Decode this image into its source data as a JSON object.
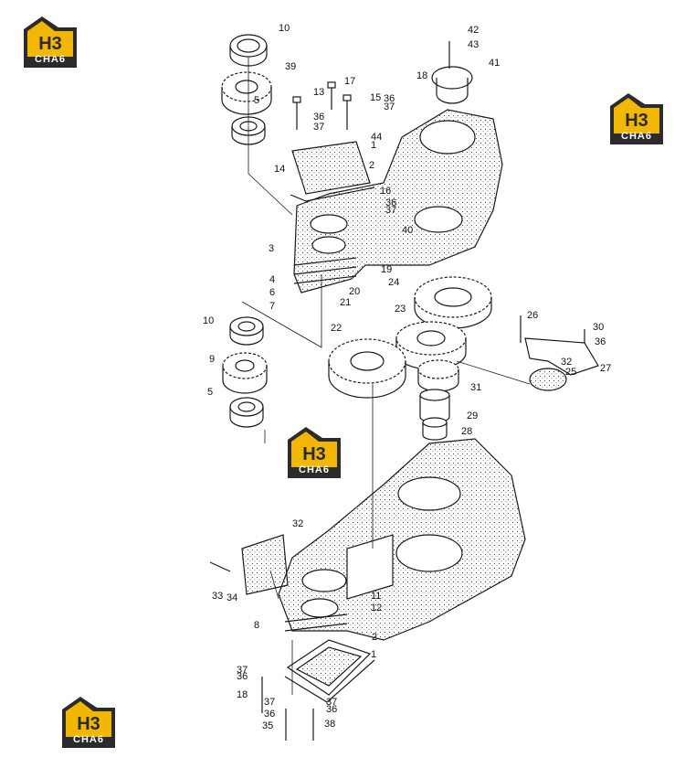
{
  "logos": [
    {
      "id": "logo-top-left",
      "mark": "H3",
      "sub": "CHA6"
    },
    {
      "id": "logo-top-right",
      "mark": "H3",
      "sub": "CHA6"
    },
    {
      "id": "logo-center",
      "mark": "H3",
      "sub": "CHA6"
    },
    {
      "id": "logo-bottom-left",
      "mark": "H3",
      "sub": "CHA6"
    }
  ],
  "colors": {
    "ink": "#1a1a1a",
    "logo_gold": "#f2b705",
    "logo_dark": "#2b2b2b"
  },
  "callouts": [
    "10",
    "39",
    "5",
    "13",
    "17",
    "15",
    "36",
    "37",
    "44",
    "1",
    "2",
    "14",
    "3",
    "4",
    "6",
    "7",
    "18",
    "42",
    "43",
    "41",
    "16",
    "40",
    "19",
    "20",
    "21",
    "24",
    "23",
    "22",
    "10",
    "9",
    "5",
    "26",
    "30",
    "36",
    "32",
    "25",
    "27",
    "31",
    "29",
    "28",
    "32",
    "33",
    "34",
    "8",
    "11",
    "12",
    "37",
    "36",
    "2",
    "1",
    "18",
    "37",
    "36",
    "35",
    "37",
    "36",
    "38",
    "36",
    "37",
    "36",
    "37"
  ]
}
